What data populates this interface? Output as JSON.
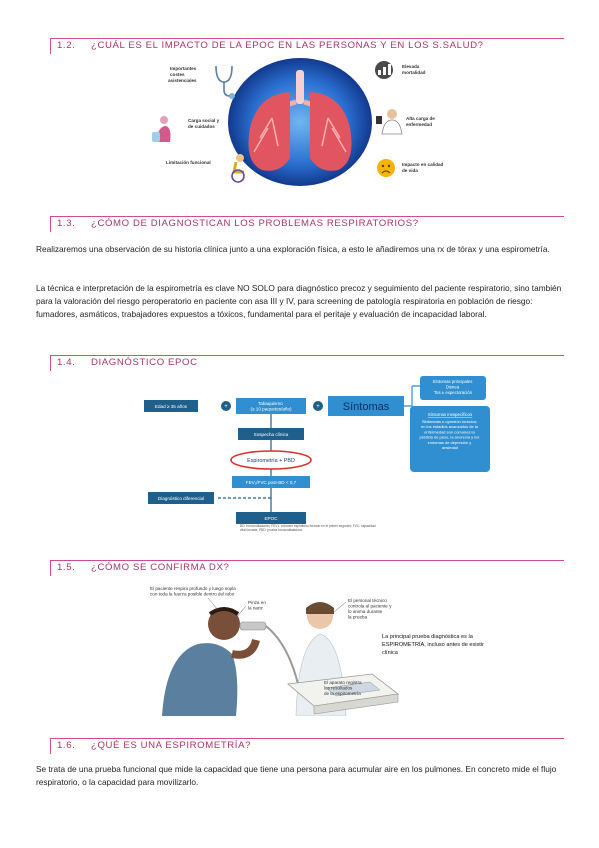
{
  "sections": [
    {
      "num": "1.2.",
      "title": "¿CUÁL ES EL IMPACTO DE LA EPOC EN LAS PERSONAS Y EN LOS S.SALUD?"
    },
    {
      "num": "1.3.",
      "title": "¿CÓMO DE DIAGNOSTICAN LOS PROBLEMAS RESPIRATORIOS?"
    },
    {
      "num": "1.4.",
      "title": "DIAGNÓSTICO EPOC"
    },
    {
      "num": "1.5.",
      "title": "¿CÓMO SE CONFIRMA DX?"
    },
    {
      "num": "1.6.",
      "title": "¿QUÉ ES UNA ESPIROMETRÍA?"
    }
  ],
  "impact": {
    "costs": [
      "Importantes",
      "costes",
      "asistenciales"
    ],
    "burden": [
      "Carga social y",
      "de cuidados"
    ],
    "functional": "Limitación funcional",
    "mortality": [
      "Elevada",
      "mortalidad"
    ],
    "disease": [
      "Alta carga de",
      "enfermedad"
    ],
    "quality": [
      "Impacto en calidad",
      "de vida"
    ]
  },
  "paragraphs": {
    "p1": "Realizaremos una observación de su historia clínica junto a una exploración física, a esto le añadiremos una rx de tórax y una espirometría.",
    "p2": "La técnica e interpretación de la espirometría es clave NO SOLO para diagnóstico precoz y seguimiento del paciente respiratorio, sino también para la valoración del riesgo peroperatorio en paciente con asa III y IV, para screening de patología respiratoria en población de riesgo: fumadores, asmáticos, trabajadores expuestos a tóxicos, fundamental para el peritaje y evaluación de incapacidad laboral.",
    "p3": "Se trata de una prueba funcional que mide la capacidad que tiene una persona para acumular aire en los pulmones. En concreto mide el flujo respiratorio, o la capacidad para movilizarlo."
  },
  "flow": {
    "age": "Edad ≥ 35 años",
    "plus1": "+",
    "smoking": [
      "Tabaquismo",
      "(≥ 10 paquetes/año)"
    ],
    "plus2": "+",
    "symptoms": "Síntomas",
    "main_symptoms": [
      "Síntomas principales",
      "Disnea",
      "Tos ± expectoración"
    ],
    "nonspecific_title": "Síntomas inespecíficos",
    "nonspecific": [
      "Sibilancias u opresión torácica;",
      "en los estadios avanzados de la",
      "enfermedad son comunes la",
      "pérdida de peso, la anorexia y los",
      "síntomas de depresión y",
      "ansiedad"
    ],
    "suspicion": "Sospecha clínica",
    "spirometry": "Espirometría + PBD",
    "ratio": "FEV₁/FVC post-BD < 0,7",
    "differential": "Diagnóstico diferencial",
    "epoc": "EPOC",
    "footnote": [
      "BD: broncodilatación; FEV1: volumen espiratorio forzado en el primer segundo; FVC: capacidad",
      "vital forzada; PBD: prueba broncodilatadora."
    ]
  },
  "dx_image": {
    "patient": [
      "El paciente respira profundo y luego sopla",
      "con toda la fuerza posible dentro del tubo"
    ],
    "nose_clip": [
      "Pinza en",
      "la nariz"
    ],
    "technician": [
      "El personal técnico",
      "controla al paciente y",
      "lo anima durante",
      "la prueba"
    ],
    "caption": [
      "La principal prueba diagnóstica es la",
      "ESPIROMETRÍA, incluso antes de existir",
      "clínica"
    ],
    "device": [
      "El aparato registra",
      "los resultados",
      "de la espirometría"
    ]
  },
  "colors": {
    "accent": "#d04a9a",
    "heading_text": "#a8336f",
    "flow_dark": "#1f5f8b",
    "flow_light": "#2f8fd0",
    "highlight_red": "#d93030"
  }
}
